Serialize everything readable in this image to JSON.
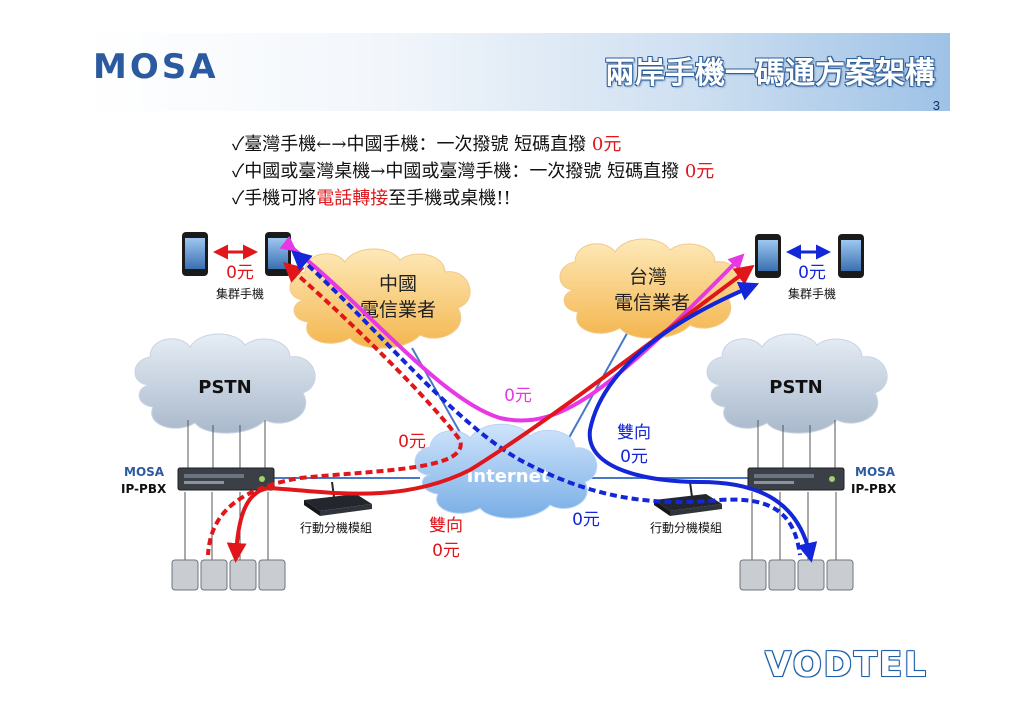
{
  "header": {
    "logo": "MOSA",
    "title": "兩岸手機一碼通方案架構",
    "page_number": "3"
  },
  "bullets": [
    {
      "text": "✓臺灣手機←→中國手機：一次撥號 短碼直撥 ",
      "highlight": "0元"
    },
    {
      "text": "✓中國或臺灣桌機→中國或臺灣手機：一次撥號 短碼直撥 ",
      "highlight": "0元"
    },
    {
      "text_pre": "✓手機可將",
      "highlight": "電話轉接",
      "text_post": "至手機或桌機!!"
    }
  ],
  "diagram": {
    "cloud_china_line1": "中國",
    "cloud_china_line2": "電信業者",
    "cloud_taiwan_line1": "台灣",
    "cloud_taiwan_line2": "電信業者",
    "pstn_left": "PSTN",
    "pstn_right": "PSTN",
    "internet": "Internet",
    "left_phones_cost": "0元",
    "left_phones_caption": "集群手機",
    "right_phones_cost": "0元",
    "right_phones_caption": "集群手機",
    "ippbx_left_brand": "MOSA",
    "ippbx_left_label": "IP-PBX",
    "ippbx_right_brand": "MOSA",
    "ippbx_right_label": "IP-PBX",
    "gateway_left_caption": "行動分機模組",
    "gateway_right_caption": "行動分機模組",
    "magenta_cost": "0元",
    "red_dotted_cost": "0元",
    "blue_two_way": "雙向",
    "blue_two_way_cost": "0元",
    "blue_dotted_cost": "0元",
    "red_two_way": "雙向",
    "red_two_way_cost": "0元",
    "colors": {
      "red": "#e0161b",
      "magenta": "#e838e6",
      "blue": "#1326d8",
      "cloud_orange": "#f6c169",
      "cloud_gray": "#b7c5d6",
      "cloud_blue": "#8fb8e8"
    }
  },
  "footer": {
    "logo": "VODTEL"
  }
}
